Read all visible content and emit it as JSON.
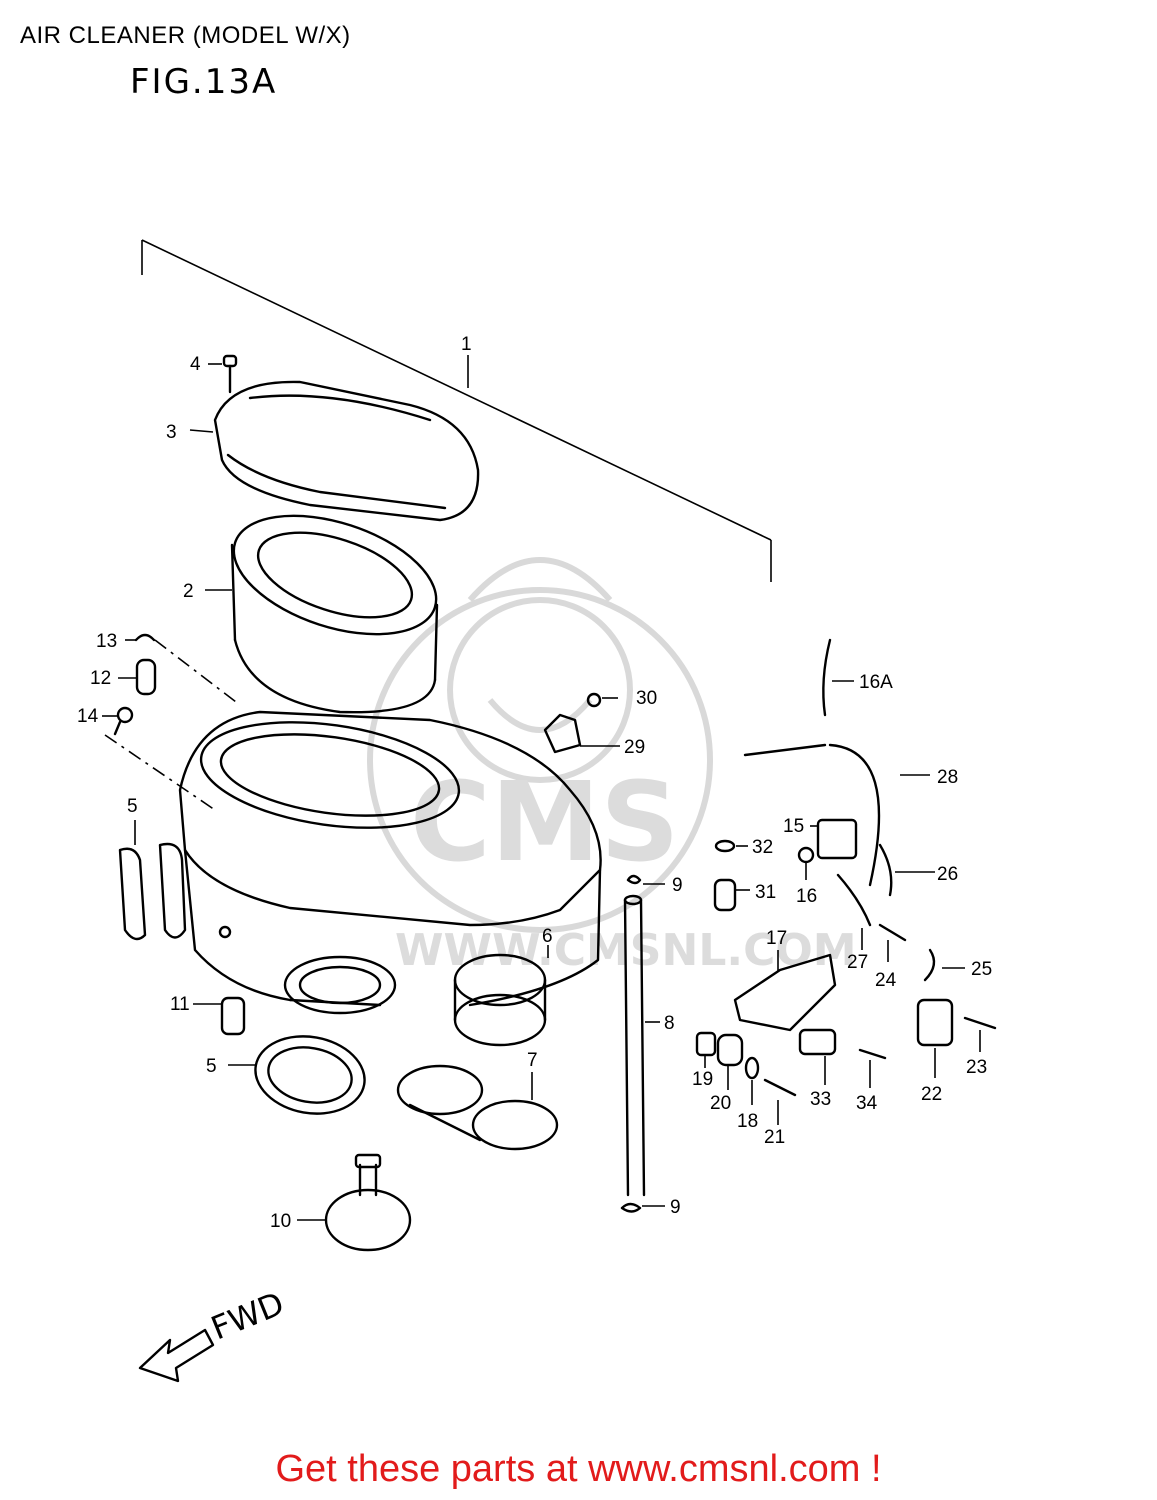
{
  "header": {
    "title": "AIR CLEANER (MODEL W/X)",
    "figure_label": "FIG.13A"
  },
  "watermark": {
    "logo_text": "CMS",
    "url_text": "WWW.CMSNL.COM"
  },
  "direction_label": "FWD",
  "callouts": [
    {
      "id": "c1",
      "label": "1"
    },
    {
      "id": "c2",
      "label": "2"
    },
    {
      "id": "c3",
      "label": "3"
    },
    {
      "id": "c4",
      "label": "4"
    },
    {
      "id": "c5a",
      "label": "5"
    },
    {
      "id": "c5b",
      "label": "5"
    },
    {
      "id": "c6",
      "label": "6"
    },
    {
      "id": "c7",
      "label": "7"
    },
    {
      "id": "c8",
      "label": "8"
    },
    {
      "id": "c9a",
      "label": "9"
    },
    {
      "id": "c9b",
      "label": "9"
    },
    {
      "id": "c10",
      "label": "10"
    },
    {
      "id": "c11",
      "label": "11"
    },
    {
      "id": "c12",
      "label": "12"
    },
    {
      "id": "c13",
      "label": "13"
    },
    {
      "id": "c14",
      "label": "14"
    },
    {
      "id": "c15",
      "label": "15"
    },
    {
      "id": "c16",
      "label": "16"
    },
    {
      "id": "c16a",
      "label": "16A"
    },
    {
      "id": "c17",
      "label": "17"
    },
    {
      "id": "c18",
      "label": "18"
    },
    {
      "id": "c19",
      "label": "19"
    },
    {
      "id": "c20",
      "label": "20"
    },
    {
      "id": "c21",
      "label": "21"
    },
    {
      "id": "c22",
      "label": "22"
    },
    {
      "id": "c23",
      "label": "23"
    },
    {
      "id": "c24",
      "label": "24"
    },
    {
      "id": "c25",
      "label": "25"
    },
    {
      "id": "c26",
      "label": "26"
    },
    {
      "id": "c27",
      "label": "27"
    },
    {
      "id": "c28",
      "label": "28"
    },
    {
      "id": "c29",
      "label": "29"
    },
    {
      "id": "c30",
      "label": "30"
    },
    {
      "id": "c31",
      "label": "31"
    },
    {
      "id": "c32",
      "label": "32"
    },
    {
      "id": "c33",
      "label": "33"
    },
    {
      "id": "c34",
      "label": "34"
    }
  ],
  "footer": {
    "text": "Get these parts at www.cmsnl.com !",
    "color": "#e21b1b"
  }
}
